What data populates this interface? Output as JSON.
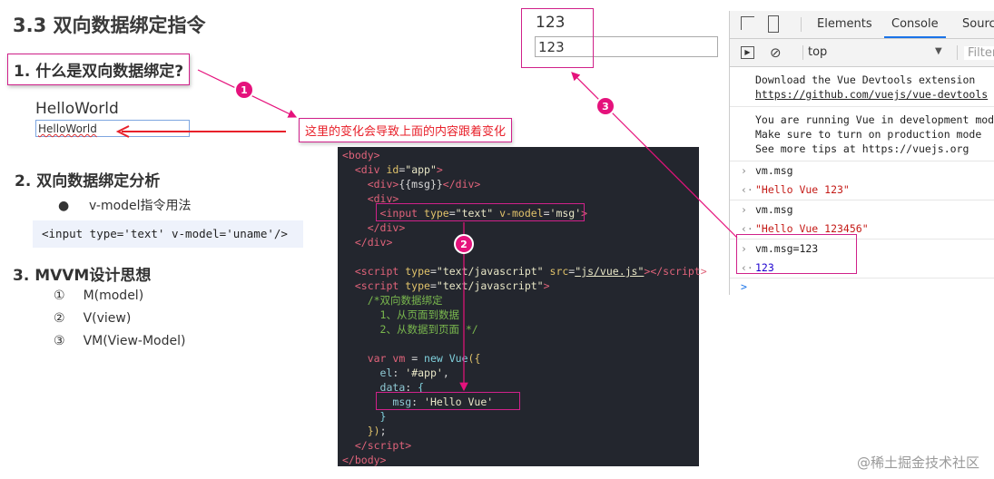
{
  "slide": {
    "title": "3.3 双向数据绑定指令",
    "section1": "1. 什么是双向数据绑定?",
    "demo_text": "HelloWorld",
    "demo_input_value": "HelloWorld",
    "callout": "这里的变化会导致上面的内容跟着变化",
    "section2": "2. 双向数据绑定分析",
    "bullet": "v-model指令用法",
    "code_sample": "<input type='text' v-model='uname'/>",
    "section3": "3. MVVM设计思想",
    "mvvm": [
      {
        "num": "①",
        "label": "M(model)"
      },
      {
        "num": "②",
        "label": "V(view)"
      },
      {
        "num": "③",
        "label": "VM(View-Model)"
      }
    ],
    "badges": [
      "1",
      "2",
      "3"
    ],
    "accent": "#d0218a"
  },
  "browser_demo": {
    "text": "123",
    "input_value": "123"
  },
  "editor": {
    "lines": [
      [
        [
          "t-tag",
          "<body>"
        ]
      ],
      [
        [
          "t-txt",
          "  "
        ],
        [
          "t-tag",
          "<div"
        ],
        [
          "t-attr",
          " id"
        ],
        [
          "t-pun",
          "="
        ],
        [
          "t-str",
          "\"app\""
        ],
        [
          "t-tag",
          ">"
        ]
      ],
      [
        [
          "t-txt",
          "    "
        ],
        [
          "t-tag",
          "<div>"
        ],
        [
          "t-txt",
          "{{msg}}"
        ],
        [
          "t-tag",
          "</div>"
        ]
      ],
      [
        [
          "t-txt",
          "    "
        ],
        [
          "t-tag",
          "<div>"
        ]
      ],
      [
        [
          "t-txt",
          "      "
        ],
        [
          "t-tag",
          "<input"
        ],
        [
          "t-attr",
          " type"
        ],
        [
          "t-pun",
          "="
        ],
        [
          "t-str",
          "\"text\""
        ],
        [
          "t-attr",
          " v-model"
        ],
        [
          "t-pun",
          "="
        ],
        [
          "t-str",
          "'msg'"
        ],
        [
          "t-tag",
          ">"
        ]
      ],
      [
        [
          "t-txt",
          "    "
        ],
        [
          "t-tag",
          "</div>"
        ]
      ],
      [
        [
          "t-txt",
          "  "
        ],
        [
          "t-tag",
          "</div>"
        ]
      ],
      [],
      [
        [
          "t-txt",
          "  "
        ],
        [
          "t-tag",
          "<script"
        ],
        [
          "t-attr",
          " type"
        ],
        [
          "t-pun",
          "="
        ],
        [
          "t-str",
          "\"text/javascript\""
        ],
        [
          "t-attr",
          " src"
        ],
        [
          "t-pun",
          "="
        ],
        [
          "t-link",
          "\"js/vue.js\""
        ],
        [
          "t-tag",
          "></script>"
        ]
      ],
      [
        [
          "t-txt",
          "  "
        ],
        [
          "t-tag",
          "<script"
        ],
        [
          "t-attr",
          " type"
        ],
        [
          "t-pun",
          "="
        ],
        [
          "t-str",
          "\"text/javascript\""
        ],
        [
          "t-tag",
          ">"
        ]
      ],
      [
        [
          "t-com",
          "    /*双向数据绑定"
        ]
      ],
      [
        [
          "t-com",
          "      1、从页面到数据"
        ]
      ],
      [
        [
          "t-com",
          "      2、从数据到页面 */"
        ]
      ],
      [],
      [
        [
          "t-txt",
          "    "
        ],
        [
          "t-kw",
          "var"
        ],
        [
          "t-kw",
          " vm"
        ],
        [
          "t-pun",
          " = "
        ],
        [
          "t-fn",
          "new Vue"
        ],
        [
          "t-attr",
          "({"
        ]
      ],
      [
        [
          "t-txt",
          "      "
        ],
        [
          "t-prop",
          "el"
        ],
        [
          "t-pun",
          ": "
        ],
        [
          "t-str",
          "'#app'"
        ],
        [
          "t-pun",
          ","
        ]
      ],
      [
        [
          "t-txt",
          "      "
        ],
        [
          "t-prop",
          "data"
        ],
        [
          "t-pun",
          ": "
        ],
        [
          "t-fn",
          "{"
        ]
      ],
      [
        [
          "t-txt",
          "        "
        ],
        [
          "t-prop",
          "msg"
        ],
        [
          "t-pun",
          ": "
        ],
        [
          "t-str",
          "'Hello Vue'"
        ]
      ],
      [
        [
          "t-txt",
          "      "
        ],
        [
          "t-fn",
          "}"
        ]
      ],
      [
        [
          "t-txt",
          "    "
        ],
        [
          "t-attr",
          "})"
        ],
        [
          "t-pun",
          ";"
        ]
      ],
      [
        [
          "t-txt",
          "  "
        ],
        [
          "t-tag",
          "</script>"
        ]
      ],
      [
        [
          "t-tag",
          "</body>"
        ]
      ]
    ]
  },
  "devtools": {
    "tabs": [
      "Elements",
      "Console",
      "Sources"
    ],
    "active_tab": "Console",
    "context": "top",
    "filter_placeholder": "Filter",
    "messages": [
      {
        "lines": [
          "Download the Vue Devtools extension",
          "https://github.com/vuejs/vue-devtools"
        ]
      },
      {
        "lines": [
          "You are running Vue in development mode.",
          "Make sure to turn on production mode",
          "See more tips at https://vuejs.org"
        ]
      }
    ],
    "entries": [
      {
        "input": "vm.msg",
        "output": "\"Hello Vue 123\""
      },
      {
        "input": "vm.msg",
        "output": "\"Hello Vue 123456\""
      },
      {
        "input": "vm.msg=123",
        "output": "123"
      }
    ],
    "prompt": ">"
  },
  "watermark": "@稀土掘金技术社区"
}
